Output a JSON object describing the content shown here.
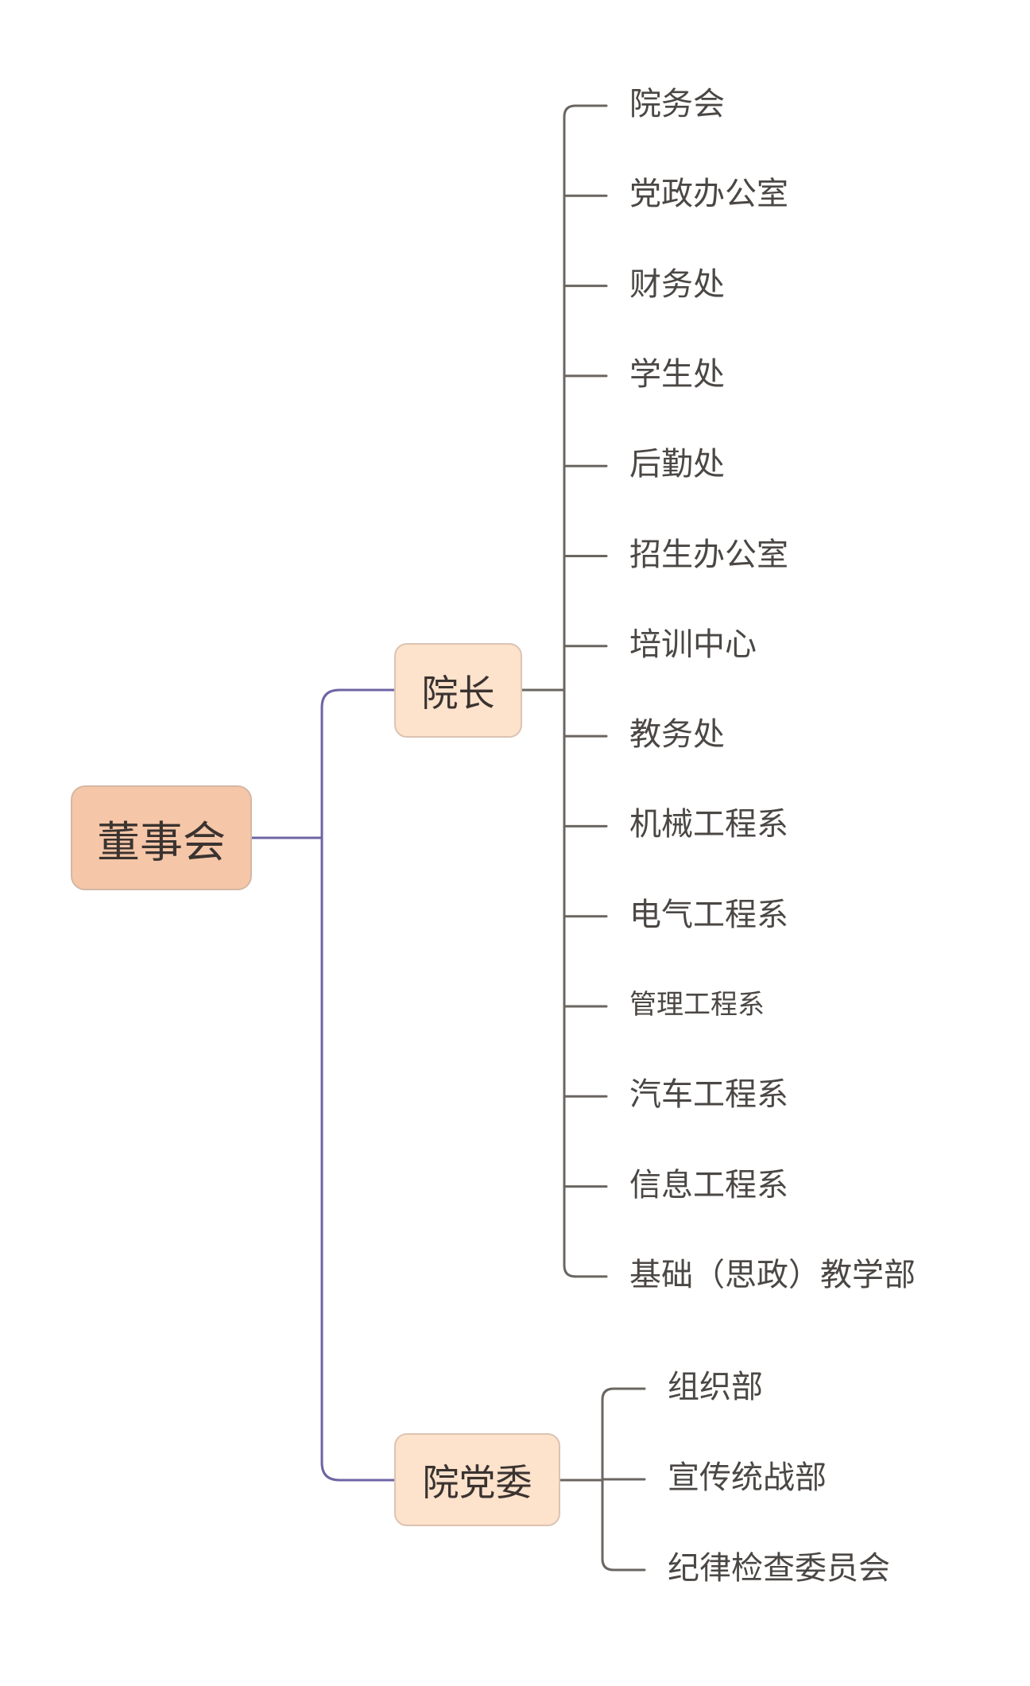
{
  "root": {
    "label": "董事会",
    "fill": "#f5c6a8"
  },
  "branches": [
    {
      "label": "院长",
      "fill": "#fde2cc",
      "children": [
        "院务会",
        "党政办公室",
        "财务处",
        "学生处",
        "后勤处",
        "招生办公室",
        "培训中心",
        "教务处",
        "机械工程系",
        "电气工程系",
        "管理工程系",
        "汽车工程系",
        "信息工程系",
        "基础（思政）教学部"
      ]
    },
    {
      "label": "院党委",
      "fill": "#fde2cc",
      "children": [
        "组织部",
        "宣传统战部",
        "纪律检查委员会"
      ]
    }
  ],
  "colors": {
    "root_connector": "#6e64a4",
    "branch_connector": "#6b6560",
    "text": "#4b4744"
  }
}
